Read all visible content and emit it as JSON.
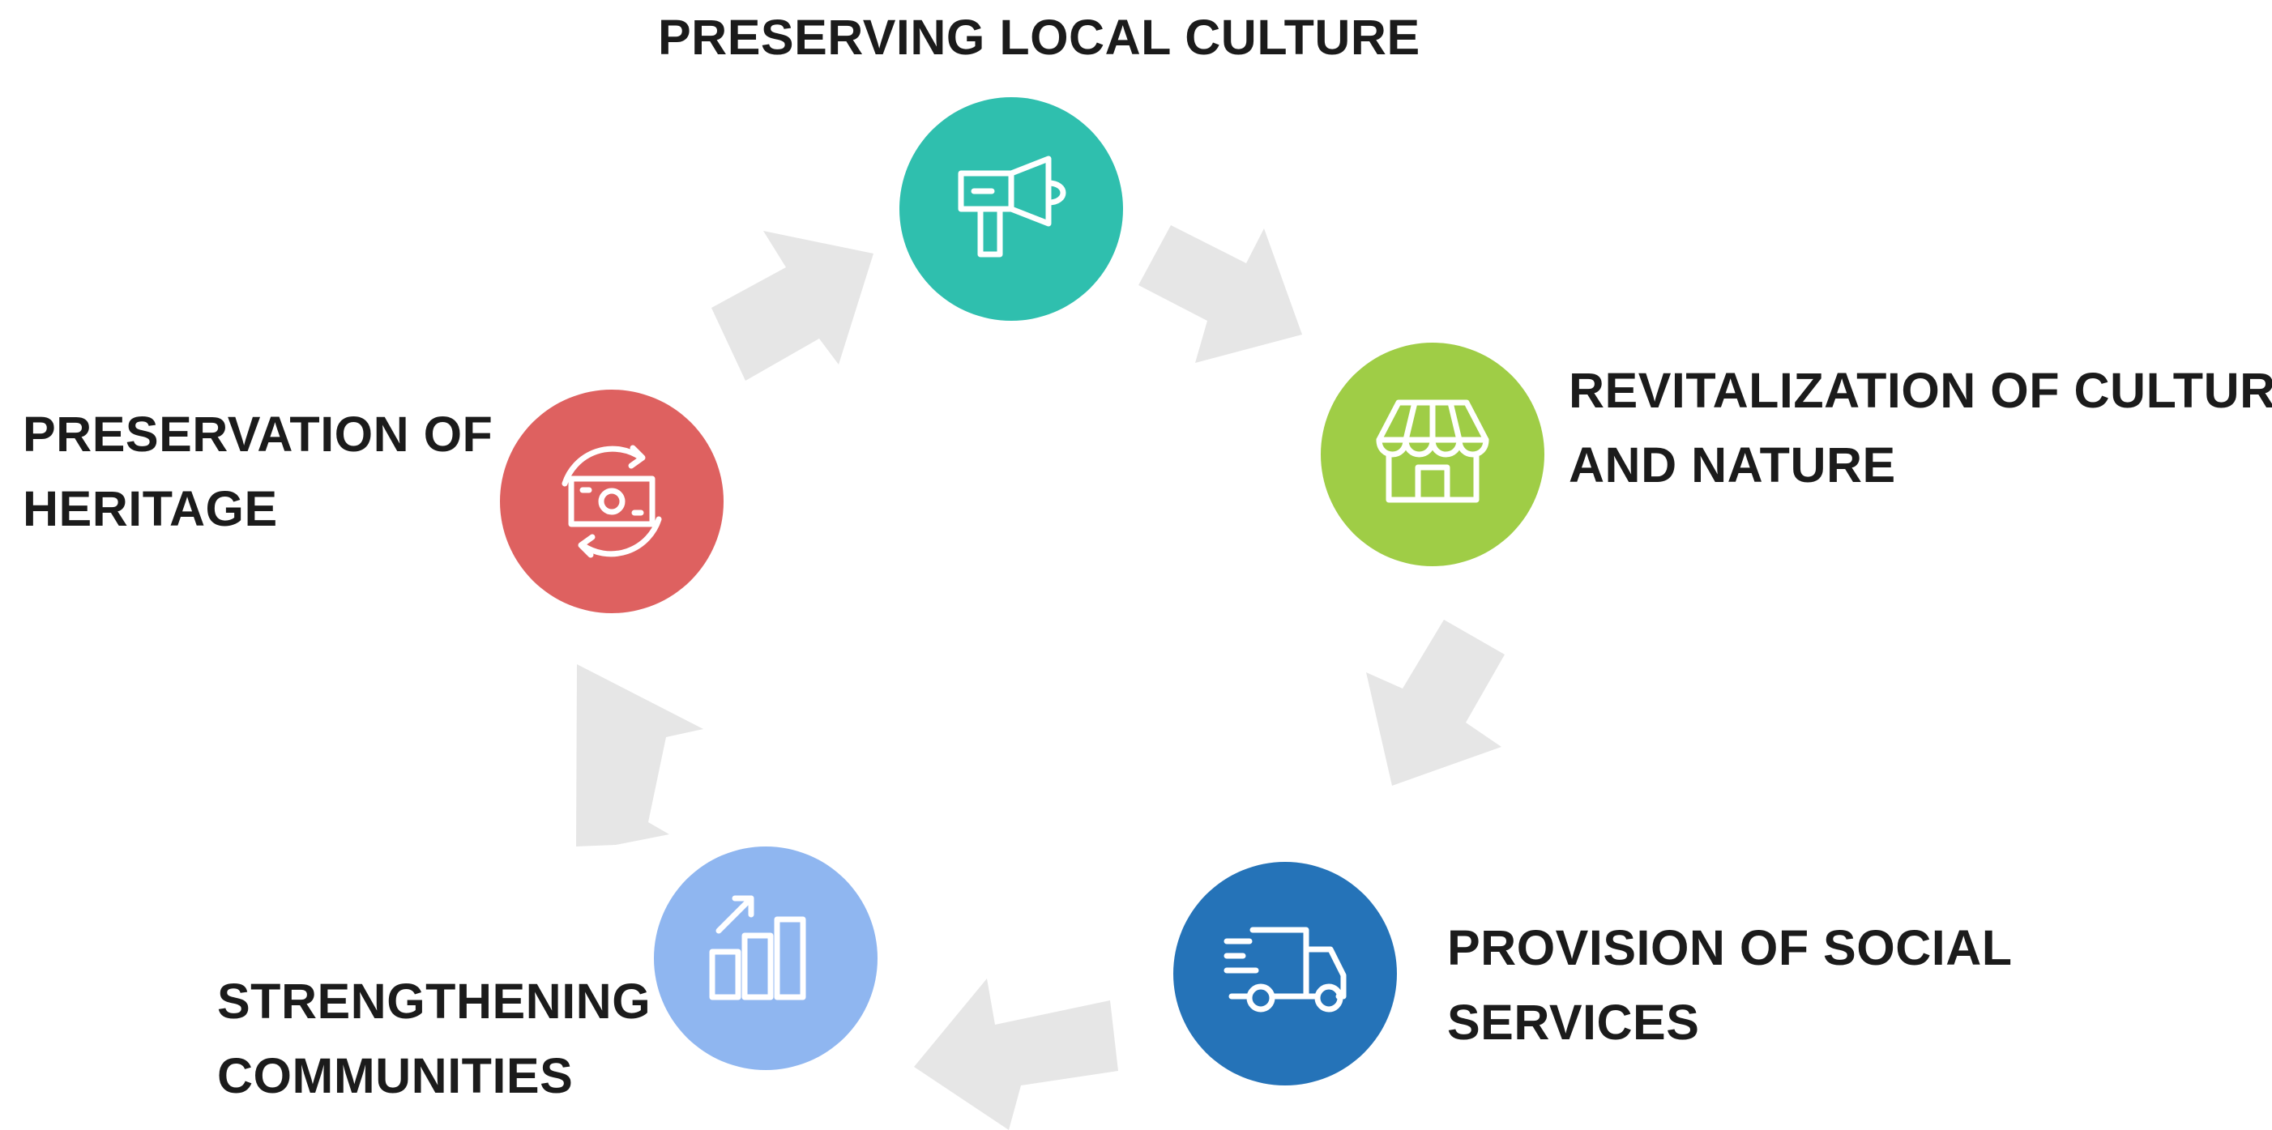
{
  "diagram": {
    "type": "cycle",
    "arrow_color": "#e6e6e6",
    "icon_stroke": "#ffffff",
    "nodes": [
      {
        "id": "top",
        "lines": [
          "PRESERVING LOCAL CULTURE"
        ],
        "color": "#2fbfae",
        "icon": "megaphone-icon"
      },
      {
        "id": "right",
        "lines": [
          "REVITALIZATION OF CULTURE",
          "AND NATURE"
        ],
        "color": "#9fcd46",
        "icon": "storefront-icon"
      },
      {
        "id": "bottom-right",
        "lines": [
          "PROVISION OF SOCIAL",
          "SERVICES"
        ],
        "color": "#2573b8",
        "icon": "delivery-truck-icon"
      },
      {
        "id": "bottom-left",
        "lines": [
          "STRENGTHENING",
          "COMMUNITIES"
        ],
        "color": "#8fb6f0",
        "icon": "growth-chart-icon"
      },
      {
        "id": "left",
        "lines": [
          "PRESERVATION OF",
          "HERITAGE"
        ],
        "color": "#de6160",
        "icon": "money-cycle-icon"
      }
    ]
  }
}
